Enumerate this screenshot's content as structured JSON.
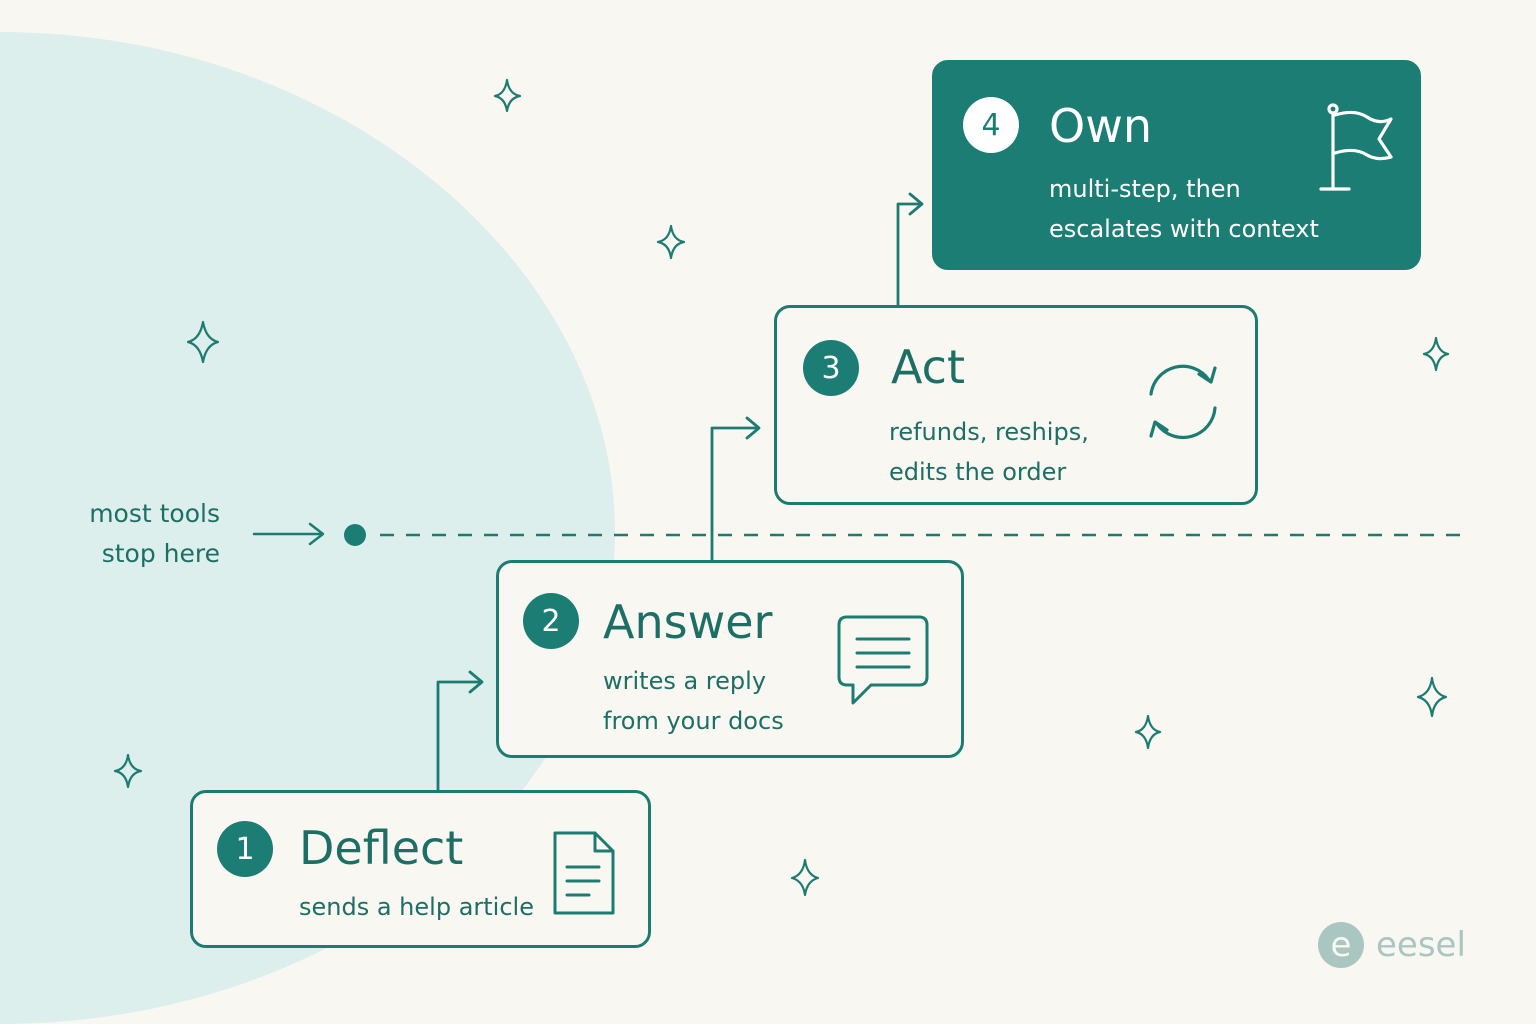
{
  "steps": [
    {
      "number": "1",
      "title": "Deflect",
      "desc_lines": [
        "sends a help article"
      ],
      "icon": "document-icon"
    },
    {
      "number": "2",
      "title": "Answer",
      "desc_lines": [
        "writes a reply",
        "from your docs"
      ],
      "icon": "chat-bubble-icon"
    },
    {
      "number": "3",
      "title": "Act",
      "desc_lines": [
        "refunds, reships,",
        "edits the order"
      ],
      "icon": "refresh-icon"
    },
    {
      "number": "4",
      "title": "Own",
      "desc_lines": [
        "multi-step, then",
        "escalates with context"
      ],
      "icon": "flag-icon"
    }
  ],
  "threshold_note": {
    "lines": [
      "most tools",
      "stop here"
    ]
  },
  "brand": {
    "name": "eesel",
    "mark": "e"
  },
  "colors": {
    "teal": "#1c7d75",
    "background": "#f8f7f1",
    "arc": "#ddefec",
    "logo": "#a9c6c1"
  }
}
